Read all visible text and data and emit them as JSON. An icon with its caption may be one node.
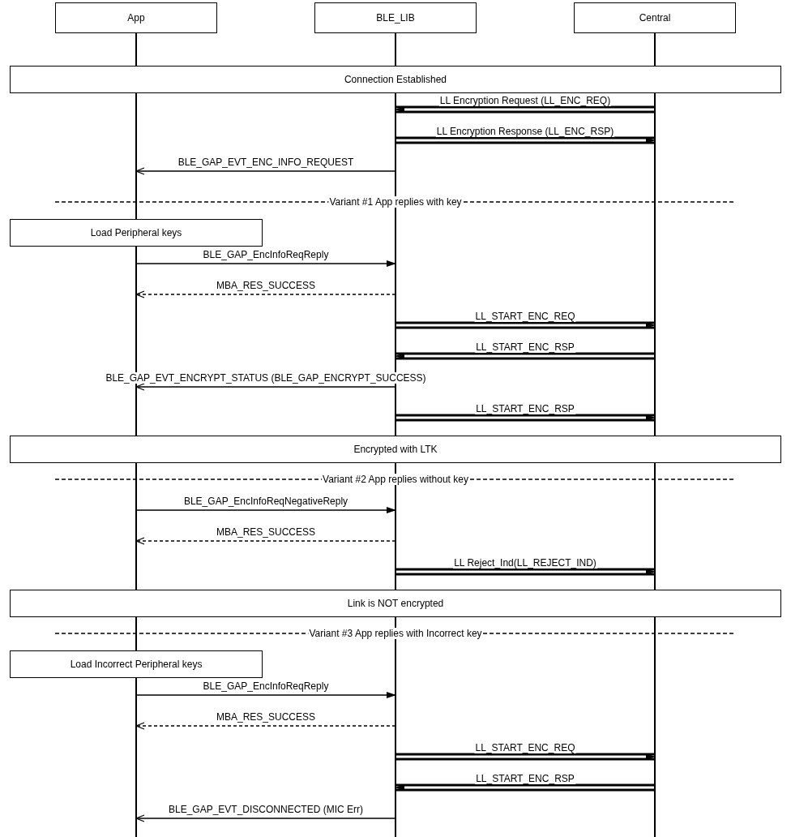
{
  "diagram": {
    "nodes": [
      {
        "text": [
          "App"
        ]
      },
      {
        "text": [
          "BLE_LIB"
        ]
      },
      {
        "text": [
          "Central"
        ]
      },
      {
        "text": [
          "Connection Established"
        ]
      },
      {
        "text": [
          "Load Peripheral keys"
        ]
      },
      {
        "text": [
          "Encrypted with LTK"
        ]
      },
      {
        "text": [
          "Link is NOT encrypted"
        ]
      },
      {
        "text": [
          "Load Incorrect Peripheral keys"
        ]
      }
    ],
    "edges": [
      {
        "from": 2,
        "to": 1,
        "arrow": "to",
        "label": "LL Encryption Request (LL_ENC_REQ)",
        "style": "thick"
      },
      {
        "from": 1,
        "to": 2,
        "arrow": "to",
        "label": "LL Encryption Response (LL_ENC_RSP)",
        "style": "thick"
      },
      {
        "from": 1,
        "to": 0,
        "arrow": "to",
        "label": "BLE_GAP_EVT_ENC_INFO_REQUEST"
      },
      {
        "from": 0,
        "to": 1,
        "arrow": "to",
        "label": "BLE_GAP_EncInfoReqReply"
      },
      {
        "from": 1,
        "to": 0,
        "arrow": "to",
        "label": "MBA_RES_SUCCESS",
        "style": "dashed"
      },
      {
        "from": 1,
        "to": 2,
        "arrow": "to",
        "label": "LL_START_ENC_REQ",
        "style": "thick"
      },
      {
        "from": 2,
        "to": 1,
        "arrow": "to",
        "label": "LL_START_ENC_RSP",
        "style": "thick"
      },
      {
        "from": 1,
        "to": 0,
        "arrow": "to",
        "label": "BLE_GAP_EVT_ENCRYPT_STATUS (BLE_GAP_ENCRYPT_SUCCESS)"
      },
      {
        "from": 1,
        "to": 2,
        "arrow": "to",
        "label": "LL_START_ENC_RSP",
        "style": "thick"
      },
      {
        "from": 0,
        "to": 1,
        "arrow": "to",
        "label": "BLE_GAP_EncInfoReqNegativeReply"
      },
      {
        "from": 1,
        "to": 0,
        "arrow": "to",
        "label": "MBA_RES_SUCCESS",
        "style": "dashed"
      },
      {
        "from": 1,
        "to": 2,
        "arrow": "to",
        "label": "LL Reject_Ind(LL_REJECT_IND)",
        "style": "thick"
      },
      {
        "from": 0,
        "to": 1,
        "arrow": "to",
        "label": "BLE_GAP_EncInfoReqReply"
      },
      {
        "from": 1,
        "to": 0,
        "arrow": "to",
        "label": "MBA_RES_SUCCESS",
        "style": "dashed"
      },
      {
        "from": 1,
        "to": 2,
        "arrow": "to",
        "label": "LL_START_ENC_REQ",
        "style": "thick"
      },
      {
        "from": 2,
        "to": 1,
        "arrow": "to",
        "label": "LL_START_ENC_RSP",
        "style": "thick"
      },
      {
        "from": 1,
        "to": 0,
        "arrow": "to",
        "label": "BLE_GAP_EVT_DISCONNECTED (MIC Err)"
      }
    ],
    "labels": [
      "Variant #1 App replies with key",
      "Variant #2 App replies without key",
      "Variant #3 App replies with Incorrect key"
    ]
  }
}
